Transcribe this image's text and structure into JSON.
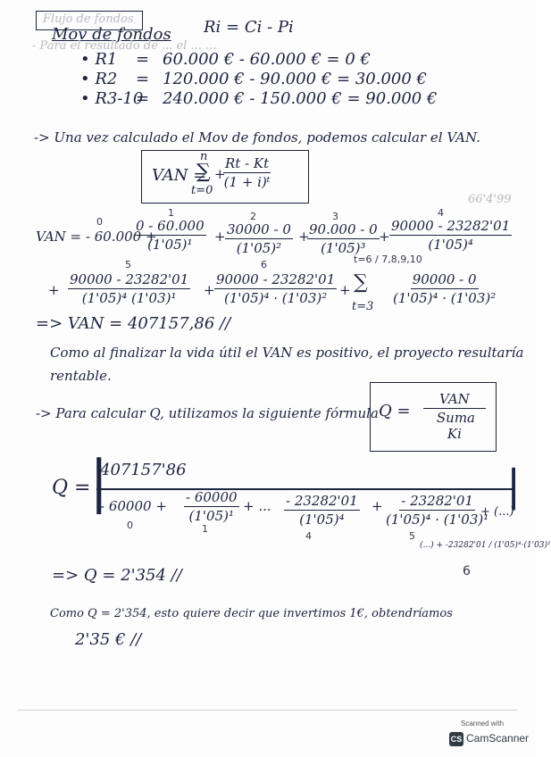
{
  "header": {
    "tab_label": "Flujo de fondos",
    "title": "Mov de fondos",
    "formula": "Ri = Ci - Pi",
    "faint_note": "- Para el resultado de ... el ... ..."
  },
  "rows": [
    {
      "label": "• R1",
      "eq": "=",
      "expr": "60.000 € - 60.000 € = 0 €"
    },
    {
      "label": "• R2",
      "eq": "=",
      "expr": "120.000 € - 90.000 € = 30.000 €"
    },
    {
      "label": "• R3-10",
      "eq": "=",
      "expr": "240.000 € - 150.000 € = 90.000 €"
    }
  ],
  "para1": "-> Una vez calculado el Mov de fondos, podemos calcular el VAN.",
  "van_formula": {
    "lhs": "VAN =",
    "sum_top": "n",
    "sum_bottom": "t=0",
    "num": "Rt - Kt",
    "den": "(1 + i)ᵗ"
  },
  "small_note": "66'4'99",
  "van_expansion": {
    "lhs": "VAN = - 60.000 +",
    "idx": [
      "0",
      "1",
      "2",
      "3",
      "4",
      "5",
      "6",
      "t=6 / 7,8,9,10"
    ],
    "terms": [
      {
        "num": "0 - 60.000",
        "den": "(1'05)¹"
      },
      {
        "num": "30000 - 0",
        "den": "(1'05)²"
      },
      {
        "num": "90.000 - 0",
        "den": "(1'05)³"
      },
      {
        "num": "90000 - 23282'01",
        "den": "(1'05)⁴"
      },
      {
        "num": "90000 - 23282'01",
        "den": "(1'05)⁴ (1'03)¹"
      },
      {
        "num": "90000 - 23282'01",
        "den": "(1'05)⁴ · (1'03)²"
      },
      {
        "num": "90000 - 0",
        "den": "(1'05)⁴ · (1'03)²"
      }
    ],
    "sum_bottom": "t=3"
  },
  "result_van": "=> VAN = 407157,86 //",
  "para2_line1": "Como al finalizar la vida útil el VAN es positivo, el proyecto resultaría",
  "para2_line2": "rentable.",
  "para3": "-> Para calcular Q, utilizamos la siguiente fórmula",
  "q_box": {
    "lhs": "Q =",
    "num": "VAN",
    "den": "Suma Ki"
  },
  "q_calc": {
    "lhs": "Q =",
    "top": "407157'86",
    "den_parts": [
      "- 60000 +",
      "- 60000 / (1'05)¹",
      "+ ...",
      "- 23282'01 / (1'05)⁴",
      "+",
      "- 23282'01 / (1'05)⁴ · (1'03)¹",
      "+ (...)"
    ],
    "under": [
      "0",
      "1",
      "4",
      "5",
      "6"
    ],
    "tail": "(...) + -23282'01 / (1'05)⁴·(1'03)²"
  },
  "result_q": "=> Q = 2'354 //",
  "para4_line1": "Como Q = 2'354, esto quiere decir que invertimos 1€, obtendríamos",
  "para4_line2": "2'35 € //",
  "scanner": {
    "label": "Scanned with",
    "brand": "CamScanner",
    "logo": "CS"
  }
}
